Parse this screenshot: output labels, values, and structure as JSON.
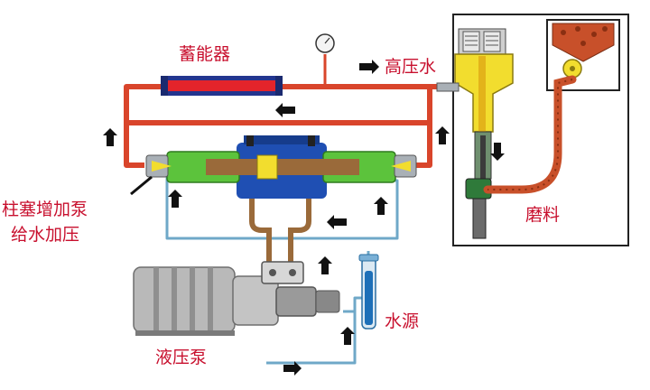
{
  "labels": {
    "accumulator": "蓄能器",
    "high_pressure_water": "高压水",
    "intensifier_line1": "柱塞增加泵",
    "intensifier_line2": "给水加压",
    "abrasive": "磨料",
    "water_source": "水源",
    "hydraulic_pump": "液压泵"
  },
  "colors": {
    "label": "#c8102e",
    "high_pressure_line": "#d9452b",
    "water_line": "#6fa8c8",
    "accumulator_core": "#e3242b",
    "accumulator_body": "#23358f",
    "cylinder_green": "#5cc33c",
    "intensifier_blue": "#1f4fb3",
    "brown_tube": "#9a6a3a",
    "cutting_head": "#f2dd2e",
    "abrasive": "#c8502a",
    "motor_gray": "#b9b9b9"
  }
}
